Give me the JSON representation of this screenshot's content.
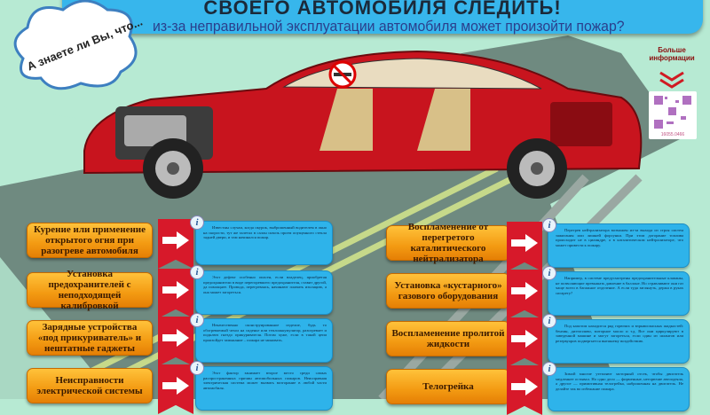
{
  "header": {
    "title": "СВОЕГО АВТОМОБИЛЯ СЛЕДИТЬ!",
    "subtitle": "из-за неправильной эксплуатации автомобиля может произойти пожар?",
    "bubble": "А знаете ли Вы, что..."
  },
  "qr": {
    "caption": "Больше информации",
    "code_text": "16055.0466"
  },
  "colors": {
    "background": "#b7ead3",
    "banner": "#37b6ec",
    "label": "#f39a12",
    "ribbon": "#d7192a",
    "info": "#2eb3ea",
    "car": "#c8141e"
  },
  "icons": {
    "arrow": "arrow-right-icon",
    "info": "info-icon",
    "no_smoking": "no-smoking-icon",
    "chevrons": "chevron-down-icon"
  },
  "left_items": [
    {
      "label": "Курение или применение открытого огня при разогреве автомобиля",
      "info": "Известны случаи, когда окурок, выброшенный водителем в окно на скорости, тут же залетал в салон сквозь проем опущенного стекла задней двери, и там начинался пожар."
    },
    {
      "label": "Установка предохранителей с неподходящей калибровкой",
      "info": "Этот дефект особенно опасен, если владелец, приобретая предохранители в виде перегоревшего предохранителя, ставит другой, да помощнее. Провода, перегреваясь, начинают плавить изоляцию, а она может загореться."
    },
    {
      "label": "Зарядные устройства «под прикуриватель» и нештатные гаджеты",
      "info": "Некачественно сконструированное изделие, будь то обогреваемый чехол на сиденье или теплоаккумулятор, разогревает и подключ гнездо прикуривателя. Потом хуже, если в такой цепи произойдет замыкание – пожара не миновать."
    },
    {
      "label": "Неисправности электрической системы",
      "info": "Этот фактор занимает второе место среди самых распространенных причин автомобильных пожаров. Неисправная электрическая система может вызвать возгорание в любой части автомобиля."
    }
  ],
  "right_items": [
    {
      "label": "Воспламенение от перегретого каталитического нейтрализатора",
      "info": "Перегрев нейтрализатора возможен из-за выхода из строя систем зажигания или лишней форсунки. При этом догорание топлива происходит не в цилиндре, а в каталитическом нейтрализаторе, что может привести к пожару."
    },
    {
      "label": "Установка «кустарного» газового оборудования",
      "info": "Например, в системе предусмотрены предохранительные клапаны, не позволяющие превышать давление в баллоне. Но стравливают они газ чаще всего в багажное отделение. А если туда заглянуть, держа в руках сигарету?"
    },
    {
      "label": "Воспламенение пролитой жидкости",
      "info": "Под капотом находится ряд горючих и взрывоопасных жидкостей: бензин, дизтопливо, моторное масло и т.д. Все они циркулируют в заведенной машине и могут загореться, если один из шлангов или резервуаров подвергнется внешнему воздействию."
    },
    {
      "label": "Телогрейка",
      "info": "Зимой многие утепляют моторный отсек, чтобы двигатель медленнее остывал. Но одно дело — фирменные, негорючие автоодеяла, а другое — примитивная телогрейка, наброшенная на двигатель. Не делайте так во избежание пожара."
    }
  ]
}
